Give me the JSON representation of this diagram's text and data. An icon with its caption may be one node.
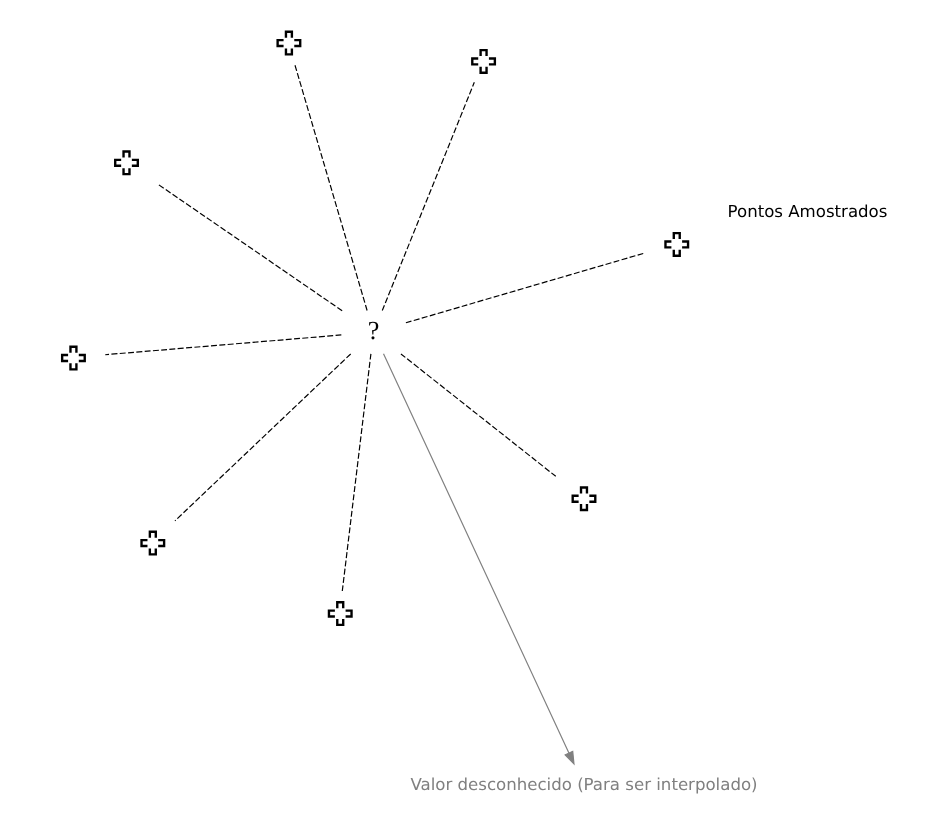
{
  "diagram": {
    "nodes": [
      {
        "text": [
          "?"
        ]
      },
      {
        "text": [],
        "shape": "cross"
      },
      {
        "text": [],
        "shape": "cross"
      },
      {
        "text": [],
        "shape": "cross"
      },
      {
        "text": [],
        "shape": "cross"
      },
      {
        "text": [],
        "shape": "cross"
      },
      {
        "text": [],
        "shape": "cross"
      },
      {
        "text": [],
        "shape": "cross"
      },
      {
        "text": [],
        "shape": "cross"
      },
      {
        "text": [
          "Valor desconhecido (Para ser interpolado)"
        ]
      }
    ],
    "edges": [
      {
        "from": 0,
        "to": 1,
        "arrow": "none",
        "style": "dashed"
      },
      {
        "from": 0,
        "to": 2,
        "arrow": "none",
        "style": "dashed"
      },
      {
        "from": 0,
        "to": 3,
        "arrow": "none",
        "style": "dashed"
      },
      {
        "from": 0,
        "to": 4,
        "arrow": "none",
        "style": "dashed"
      },
      {
        "from": 0,
        "to": 5,
        "arrow": "none",
        "style": "dashed"
      },
      {
        "from": 0,
        "to": 6,
        "arrow": "none",
        "style": "dashed"
      },
      {
        "from": 0,
        "to": 7,
        "arrow": "none",
        "style": "dashed"
      },
      {
        "from": 0,
        "to": 8,
        "arrow": "none",
        "style": "dashed"
      },
      {
        "from": 0,
        "to": 9,
        "arrow": "to",
        "color": "#808080"
      }
    ],
    "labels": [
      "Pontos Amostrados"
    ]
  }
}
